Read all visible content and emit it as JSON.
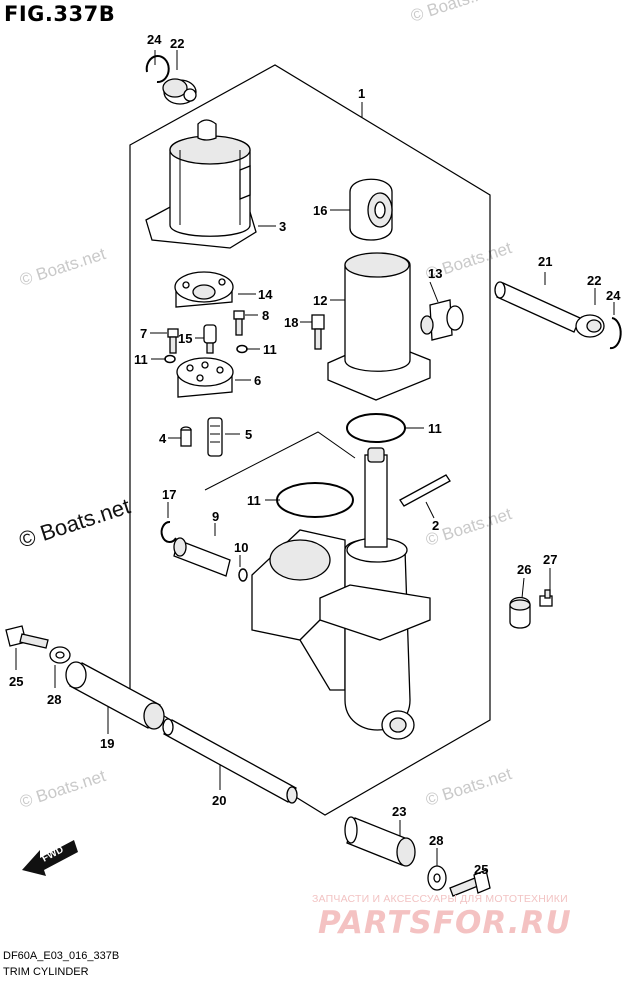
{
  "figure": {
    "title": "FIG.337B",
    "code": "DF60A_E03_016_337B",
    "name": "TRIM CYLINDER"
  },
  "watermark": {
    "text": "© Boats.net",
    "color": "#c9c9c9"
  },
  "website": {
    "tagline": "ЗАПЧАСТИ И АКСЕССУАРЫ ДЛЯ МОТОТЕХНИКИ",
    "logo": "PARTSFOR.RU",
    "color": "#f4c2c2"
  },
  "direction_arrow": {
    "label": "FWD"
  },
  "callouts": [
    {
      "id": "c24a",
      "label": "24"
    },
    {
      "id": "c22a",
      "label": "22"
    },
    {
      "id": "c1",
      "label": "1"
    },
    {
      "id": "c16",
      "label": "16"
    },
    {
      "id": "c3",
      "label": "3"
    },
    {
      "id": "c21",
      "label": "21"
    },
    {
      "id": "c22b",
      "label": "22"
    },
    {
      "id": "c24b",
      "label": "24"
    },
    {
      "id": "c13",
      "label": "13"
    },
    {
      "id": "c14",
      "label": "14"
    },
    {
      "id": "c12",
      "label": "12"
    },
    {
      "id": "c7",
      "label": "7"
    },
    {
      "id": "c15",
      "label": "15"
    },
    {
      "id": "c8",
      "label": "8"
    },
    {
      "id": "c18",
      "label": "18"
    },
    {
      "id": "c11a",
      "label": "11"
    },
    {
      "id": "c11b",
      "label": "11"
    },
    {
      "id": "c6",
      "label": "6"
    },
    {
      "id": "c4",
      "label": "4"
    },
    {
      "id": "c5",
      "label": "5"
    },
    {
      "id": "c11c",
      "label": "11"
    },
    {
      "id": "c17",
      "label": "17"
    },
    {
      "id": "c11d",
      "label": "11"
    },
    {
      "id": "c2",
      "label": "2"
    },
    {
      "id": "c9",
      "label": "9"
    },
    {
      "id": "c10",
      "label": "10"
    },
    {
      "id": "c27",
      "label": "27"
    },
    {
      "id": "c26",
      "label": "26"
    },
    {
      "id": "c25a",
      "label": "25"
    },
    {
      "id": "c28a",
      "label": "28"
    },
    {
      "id": "c19",
      "label": "19"
    },
    {
      "id": "c20",
      "label": "20"
    },
    {
      "id": "c23",
      "label": "23"
    },
    {
      "id": "c28b",
      "label": "28"
    },
    {
      "id": "c25b",
      "label": "25"
    }
  ]
}
